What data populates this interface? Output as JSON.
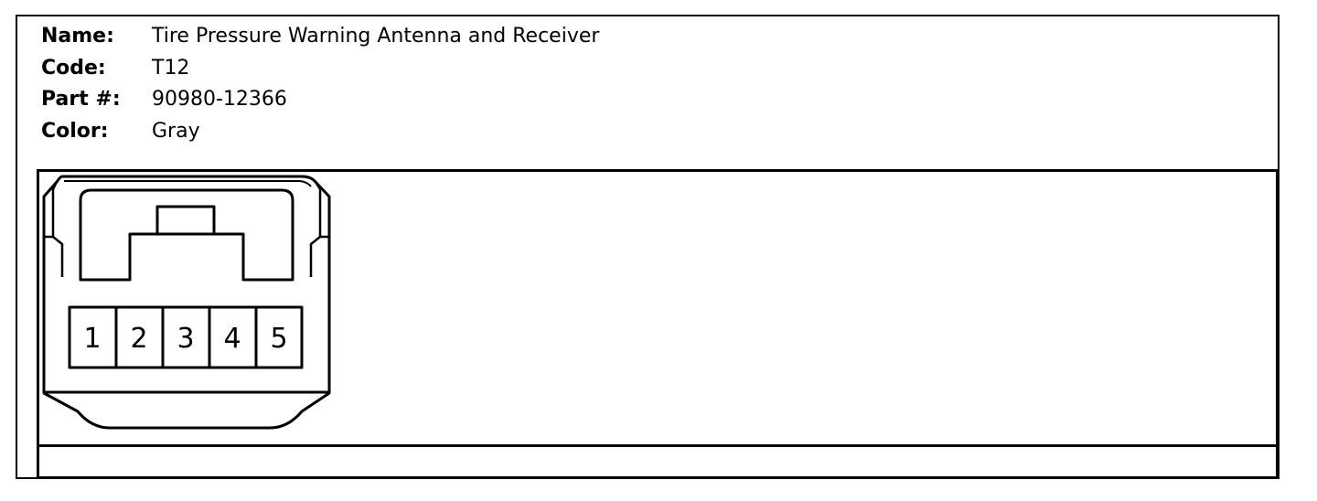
{
  "connector_info": {
    "name_label": "Name:",
    "name_value": "Tire Pressure Warning Antenna and Receiver",
    "code_label": "Code:",
    "code_value": "T12",
    "part_label": "Part #:",
    "part_value": "90980-12366",
    "color_label": "Color:",
    "color_value": "Gray"
  },
  "connector": {
    "pins": [
      "1",
      "2",
      "3",
      "4",
      "5"
    ]
  }
}
